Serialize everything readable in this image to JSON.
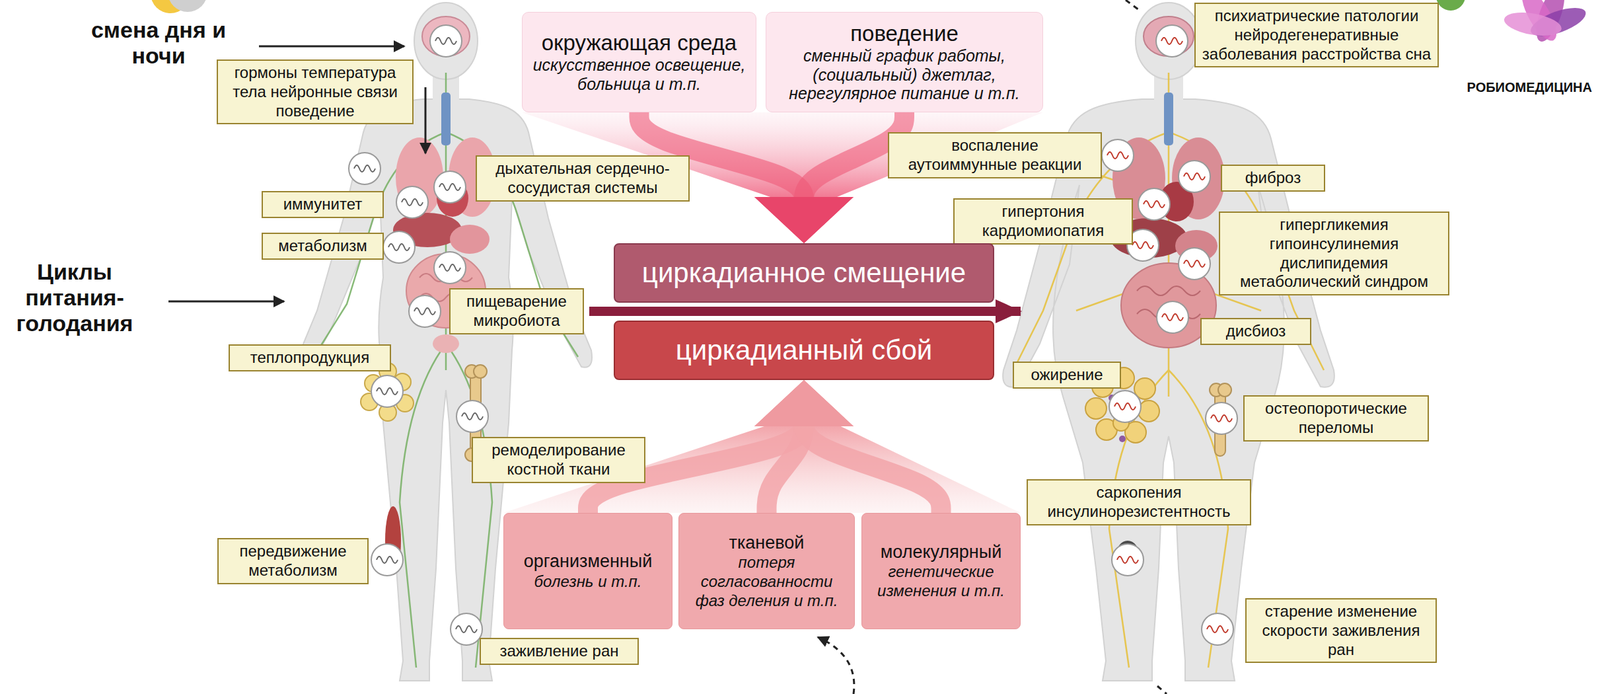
{
  "diagram": {
    "nodes": [
      {
        "text": [
          "гормоны температура тела нейронные связи поведение"
        ]
      },
      {
        "text": [
          "окружающая среда",
          "искусственное освещение, больница и т.п."
        ]
      },
      {
        "text": [
          "поведение",
          "сменный график работы, (социальный) джетлаг, нерегулярное питание и т.п."
        ]
      },
      {
        "text": [
          "психиатрические патологии нейродегенеративные заболевания расстройства сна"
        ]
      },
      {
        "text": [
          "воспаление аутоиммунные реакции"
        ]
      },
      {
        "text": [
          "дыхательная сердечно-сосудистая системы"
        ]
      },
      {
        "text": [
          "фиброз"
        ]
      },
      {
        "text": [
          "иммунитет"
        ]
      },
      {
        "text": [
          "гипертония кардиомиопатия"
        ]
      },
      {
        "text": [
          "гипергликемия гипоинсулинемия дислипидемия метаболический синдром"
        ]
      },
      {
        "text": [
          "метаболизм"
        ]
      },
      {
        "text": [
          "циркадианное смещение"
        ]
      },
      {
        "text": [
          "пищеварение микробиота"
        ]
      },
      {
        "text": [
          "дисбиоз"
        ]
      },
      {
        "text": [
          "циркадианный сбой"
        ]
      },
      {
        "text": [
          "теплопродукция"
        ]
      },
      {
        "text": [
          "ожирение"
        ]
      },
      {
        "text": [
          "остеопоротические переломы"
        ]
      },
      {
        "text": [
          "ремоделирование костной ткани"
        ]
      },
      {
        "text": [
          "организменный",
          "болезнь и т.п."
        ]
      },
      {
        "text": [
          "тканевой",
          "потеря согласованности фаз деления и т.п."
        ]
      },
      {
        "text": [
          "молекулярный",
          "генетические изменения и т.п."
        ]
      },
      {
        "text": [
          "саркопения инсулинорезистентность"
        ]
      },
      {
        "text": [
          "передвижение метаболизм"
        ]
      },
      {
        "text": [
          "старение изменение скорости заживления ран"
        ]
      },
      {
        "text": [
          "заживление ран"
        ]
      }
    ],
    "edges": [
      {
        "from": 1,
        "to": 11,
        "arrow": "to"
      },
      {
        "from": 2,
        "to": 11,
        "arrow": "to"
      },
      {
        "from": 19,
        "to": 14,
        "arrow": "to"
      },
      {
        "from": 20,
        "to": 14,
        "arrow": "to"
      },
      {
        "from": 21,
        "to": 14,
        "arrow": "to"
      }
    ],
    "labels": [
      "смена дня и ночи",
      "Циклы питания-голодания",
      "РОБИОМЕДИЦИНА"
    ]
  }
}
